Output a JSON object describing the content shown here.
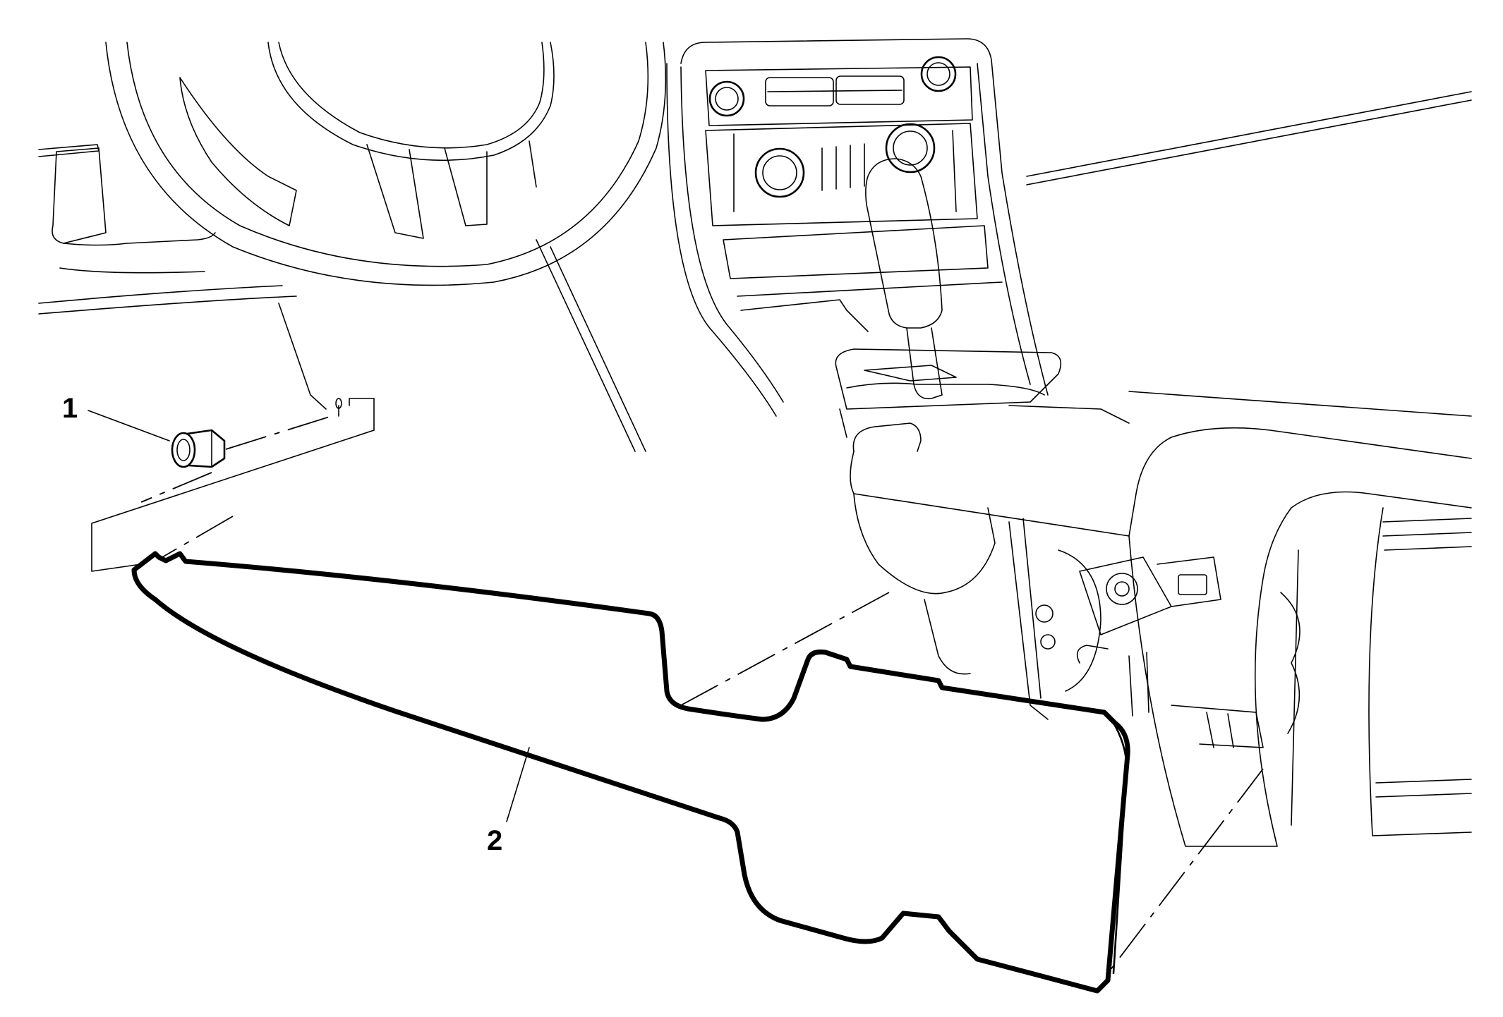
{
  "callouts": [
    {
      "id": "1",
      "label": "1",
      "part": "fastener"
    },
    {
      "id": "2",
      "label": "2",
      "part": "console-side-panel"
    }
  ],
  "colors": {
    "line": "#000000",
    "background": "#ffffff"
  }
}
